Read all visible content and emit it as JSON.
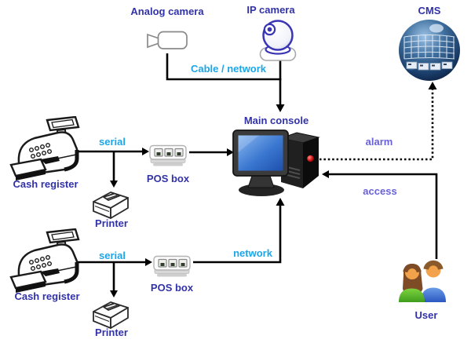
{
  "palette": {
    "node_label": "#3232A8",
    "cable_label": "#1CA6E8",
    "flow_label": "#6961D9",
    "connector": "#000000",
    "background": "#FFFFFF"
  },
  "nodes": {
    "analog_camera": {
      "label": "Analog camera"
    },
    "ip_camera": {
      "label": "IP camera"
    },
    "cms": {
      "label": "CMS"
    },
    "main_console": {
      "label": "Main console"
    },
    "cash_register_1": {
      "label": "Cash register"
    },
    "pos_box_1": {
      "label": "POS box"
    },
    "printer_1": {
      "label": "Printer"
    },
    "cash_register_2": {
      "label": "Cash register"
    },
    "pos_box_2": {
      "label": "POS box"
    },
    "printer_2": {
      "label": "Printer"
    },
    "user": {
      "label": "User"
    }
  },
  "connections": {
    "cable_network": {
      "label": "Cable / network",
      "style": "solid",
      "from": "analog_camera + ip_camera",
      "to": "main_console"
    },
    "serial_1": {
      "label": "serial",
      "style": "solid",
      "from": "cash_register_1",
      "to": "pos_box_1"
    },
    "serial_2": {
      "label": "serial",
      "style": "solid",
      "from": "cash_register_2",
      "to": "pos_box_2"
    },
    "network": {
      "label": "network",
      "style": "solid",
      "from": "pos_box_2",
      "to": "main_console"
    },
    "alarm": {
      "label": "alarm",
      "style": "dotted",
      "from": "main_console",
      "to": "cms"
    },
    "access": {
      "label": "access",
      "style": "solid",
      "from": "user",
      "to": "main_console"
    }
  }
}
